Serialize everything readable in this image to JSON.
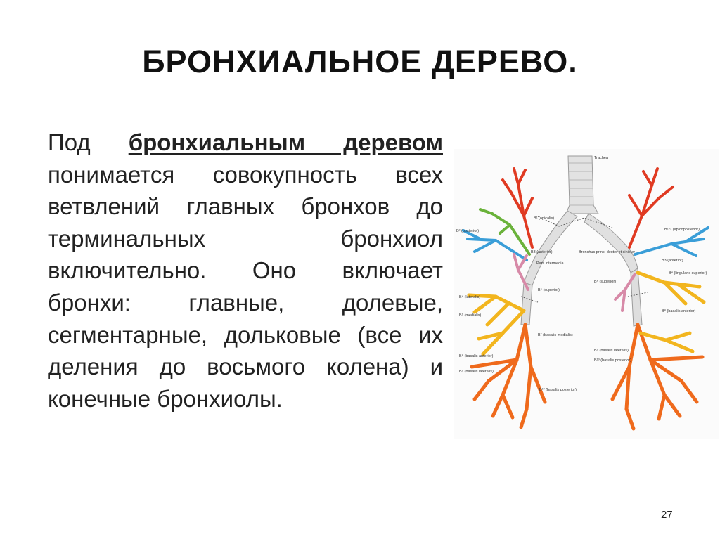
{
  "slide": {
    "title": "БРОНХИАЛЬНОЕ ДЕРЕВО.",
    "page_number": "27"
  },
  "body": {
    "part1": "Под ",
    "kw1": "бронхиальным деревом",
    "part2": " понимается совокупность всех ветвлений главных бронхов до терминальных бронхиол включительно. Оно включает бронхи: главные, долевые, сегментарные, дольковые (все их деления до восьмого колена) и конечные бронхиолы."
  },
  "figure": {
    "labels": {
      "trachea": "Trachea",
      "b1_apicalis": "B¹ (apicalis)",
      "b2_posterior": "B² (posterior)",
      "b3_anterior": "B3 (anterior)",
      "pars_intermedia": "Pars intermedia",
      "bronchus_principalis": "Bronchus princ. dexter et sinister",
      "b1_2_apicoposterior": "B¹⁺² (apicoposterior)",
      "b3_anterior_left": "B3 (anterior)",
      "b4_lingularis": "B⁴ (lingularis superior)",
      "b6_superior_right": "B⁶ (superior)",
      "b6_superior_left": "B⁶ (superior)",
      "b4_lateralis": "B⁴ (lateralis)",
      "b5_medialis": "B⁵ (medialis)",
      "b7_basalis_medialis": "B⁷ (basalis medialis)",
      "b8_basalis_anterior": "B⁸ (basalis anterior)",
      "b9_basalis_lateralis": "B⁹ (basalis lateralis)",
      "b10_basalis_posterior": "B¹⁰ (basalis posterior)",
      "b8_basalis_anterior_left": "B⁸ (basalis anterior)",
      "b9_basalis_lateralis_left": "B⁹ (basalis lateralis)",
      "b10_basalis_posterior_left": "B¹⁰ (basalis posterior)"
    }
  }
}
